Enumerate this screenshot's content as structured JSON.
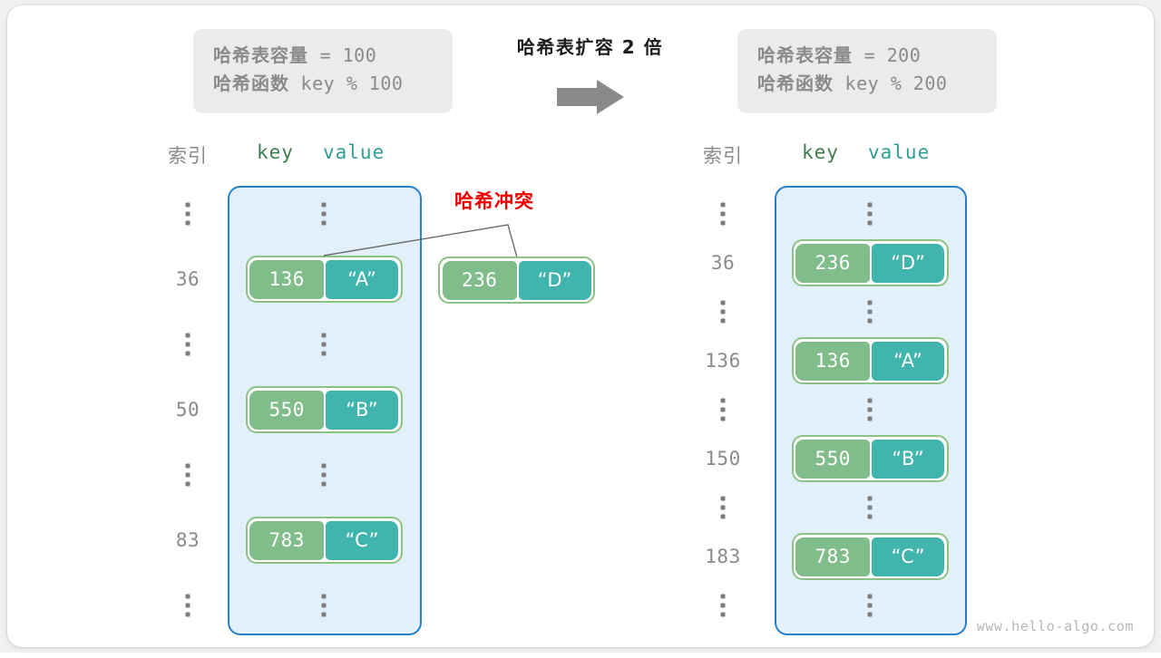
{
  "title": "哈希表扩容 2 倍",
  "arrow_icon": "right-arrow-icon",
  "watermark": "www.hello-algo.com",
  "colors": {
    "table_fill": "#e2f0fb",
    "table_border": "#2a7fc9",
    "key_cell": "#80bd8b",
    "value_cell": "#40b4ad",
    "pair_border": "#8cc283",
    "info_box": "#ebebeb",
    "collision_red": "#ee0000",
    "index_gray": "#8a8a8a"
  },
  "before": {
    "info": {
      "capacity_label": "哈希表容量",
      "capacity_text": " = 100",
      "function_label": "哈希函数",
      "function_text": " key % 100"
    },
    "headers": {
      "index": "索引",
      "key": "key",
      "value": "value"
    },
    "rows": [
      {
        "index": "⋮",
        "type": "dots"
      },
      {
        "index": "36",
        "type": "pair",
        "key": "136",
        "value": "“A”"
      },
      {
        "index": "⋮",
        "type": "dots"
      },
      {
        "index": "50",
        "type": "pair",
        "key": "550",
        "value": "“B”"
      },
      {
        "index": "⋮",
        "type": "dots"
      },
      {
        "index": "83",
        "type": "pair",
        "key": "783",
        "value": "“C”"
      },
      {
        "index": "⋮",
        "type": "dots"
      }
    ],
    "collision": {
      "label": "哈希冲突",
      "key": "236",
      "value": "“D”"
    }
  },
  "after": {
    "info": {
      "capacity_label": "哈希表容量",
      "capacity_text": " = 200",
      "function_label": "哈希函数",
      "function_text": " key % 200"
    },
    "headers": {
      "index": "索引",
      "key": "key",
      "value": "value"
    },
    "rows": [
      {
        "index": "⋮",
        "type": "dots"
      },
      {
        "index": "36",
        "type": "pair",
        "key": "236",
        "value": "“D”"
      },
      {
        "index": "⋮",
        "type": "dots"
      },
      {
        "index": "136",
        "type": "pair",
        "key": "136",
        "value": "“A”"
      },
      {
        "index": "⋮",
        "type": "dots"
      },
      {
        "index": "150",
        "type": "pair",
        "key": "550",
        "value": "“B”"
      },
      {
        "index": "⋮",
        "type": "dots"
      },
      {
        "index": "183",
        "type": "pair",
        "key": "783",
        "value": "“C”"
      },
      {
        "index": "⋮",
        "type": "dots"
      }
    ]
  }
}
